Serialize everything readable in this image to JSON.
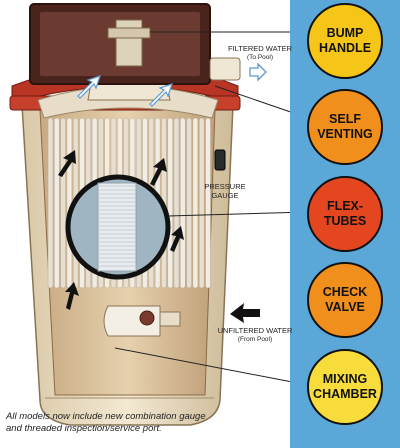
{
  "colors": {
    "sidebar": "#5ba7d8",
    "bump_handle": "#f5c518",
    "self_venting": "#f08f1c",
    "flex_tubes": "#e4461f",
    "check_valve": "#f08f1c",
    "mixing_chamber": "#f7dc3c",
    "housing": "#e9dcc4",
    "lid": "#c0392b"
  },
  "badges": [
    {
      "id": "bump_handle",
      "text": "BUMP\nHANDLE"
    },
    {
      "id": "self_venting",
      "text": "SELF\nVENTING"
    },
    {
      "id": "flex_tubes",
      "text": "FLEX-\nTUBES"
    },
    {
      "id": "check_valve",
      "text": "CHECK\nVALVE"
    },
    {
      "id": "mixing_chamber",
      "text": "MIXING\nCHAMBER"
    }
  ],
  "labels": {
    "filtered_water": "FILTERED WATER",
    "filtered_water_sub": "(To Pool)",
    "pressure_gauge": "PRESSURE\nGAUGE",
    "unfiltered_water": "UNFILTERED WATER",
    "unfiltered_water_sub": "(From Pool)"
  },
  "caption": "All models now include new combination gauge\nand threaded inspection/service port."
}
